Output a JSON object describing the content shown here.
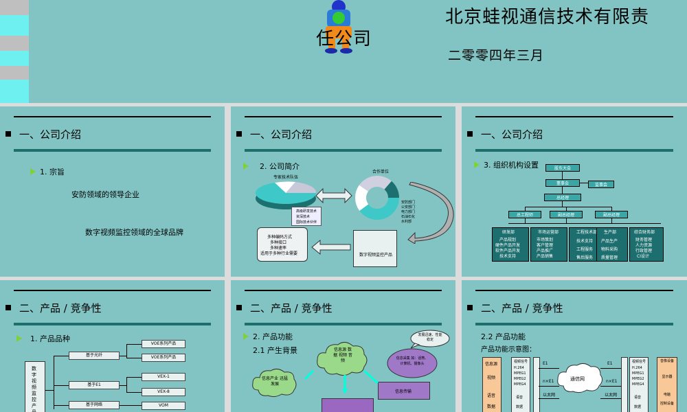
{
  "header": {
    "title_line1": "北京蛙视通信技术有限责",
    "title_line2": "任公司",
    "date": "二零零四年三月"
  },
  "slides": [
    {
      "title": "一、公司介绍",
      "subtitle": "1. 宗旨",
      "lines": [
        "安防领域的领导企业",
        "数字视频监控领域的全球品牌"
      ]
    },
    {
      "title": "一、公司介绍",
      "subtitle": "2. 公司简介",
      "pie_label": "专家技术队伍",
      "donut_label": "合作单位",
      "legend": [
        "高级研发技术",
        "资深技术",
        "国际技术伙伴"
      ],
      "donut_legend": [
        "安防部门",
        "公安部门",
        "电力部门",
        "石油石化",
        "水利部"
      ],
      "scroll_lines": [
        "多种编码方式",
        "多种接口",
        "多种速率",
        "适用于多种行业需要"
      ],
      "product_box": "数字视频监控产品"
    },
    {
      "title": "一、公司介绍",
      "subtitle": "3. 组织机构设置",
      "org": {
        "top": "股东大会",
        "board": "董事会",
        "supervisors": "监事会",
        "gm": "总经理",
        "vps": [
          "总工程师",
          "副总经理",
          "副总经理"
        ],
        "depts": [
          {
            "name": "研发部",
            "items": [
              "产品规划",
              "硬件产品开发",
              "软件产品开发",
              "技术支持"
            ]
          },
          {
            "name": "市场运营部",
            "items": [
              "市场策划",
              "客户管理",
              "产品推广",
              "产品销售"
            ]
          },
          {
            "name": "工程技术部",
            "items": [
              "技术支持",
              "工程服务",
              "售后服务"
            ]
          },
          {
            "name": "生产部",
            "items": [
              "产品生产",
              "物料采购",
              "质量管理"
            ]
          },
          {
            "name": "综合财务部",
            "items": [
              "财务管理",
              "人力资源",
              "行政管理",
              "CI设计"
            ]
          }
        ]
      }
    },
    {
      "title": "二、产品 / 竞争性",
      "subtitle": "1. 产品品种",
      "root": "数字视频监控产品",
      "branches": [
        "基于光纤",
        "基于E1",
        "基于网络"
      ],
      "leaves": [
        "VOE系列产品",
        "VOE系列产品",
        "VEX-1",
        "VEX-8",
        "VOM"
      ]
    },
    {
      "title": "二、产品 / 竞争性",
      "subtitle": "2. 产品功能",
      "sub2": "2.1 产生背景",
      "bubbles": [
        "信息源 数据 视频 音频",
        "信息产业 迅猛发展",
        "信息采集 如：话筒、计算机、摄像头",
        "发展迅速、性能稳定",
        "信息传输"
      ]
    },
    {
      "title": "二、产品 / 竞争性",
      "subtitle": "2.2 产品功能",
      "sub2": "产品功能示意图：",
      "left_items": [
        "信息源",
        "视频",
        "语音",
        "数据"
      ],
      "signals": [
        "视频信号",
        "H.264",
        "MPEG1",
        "MPEG2",
        "MPEG4",
        "语音",
        "数据"
      ],
      "net": "通信网",
      "links": [
        "E1",
        "n×E1",
        "以太网"
      ],
      "right_items": [
        "音像设备",
        "显示器",
        "电脑",
        "控制设备"
      ]
    }
  ]
}
